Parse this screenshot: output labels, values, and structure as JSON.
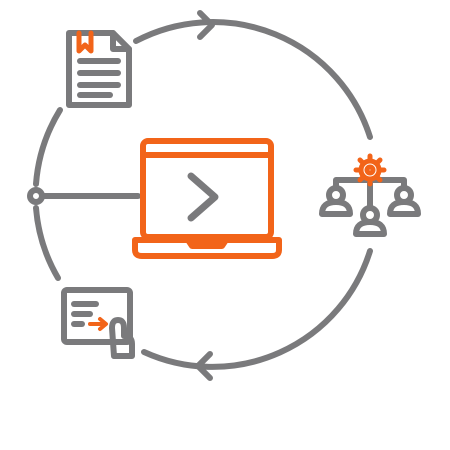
{
  "colors": {
    "gray": "#7a7a7c",
    "orange": "#f26419",
    "background": "#ffffff"
  },
  "nodes": [
    {
      "id": "document",
      "icon": "bookmarked-document-icon"
    },
    {
      "id": "team",
      "icon": "team-gear-icon"
    },
    {
      "id": "checklist",
      "icon": "checklist-tap-icon"
    },
    {
      "id": "connector",
      "icon": "connector-dot-icon"
    }
  ],
  "center": {
    "icon": "laptop-play-icon"
  },
  "cycle": {
    "arrows": [
      "arrow-right-icon",
      "arrow-left-icon"
    ]
  }
}
